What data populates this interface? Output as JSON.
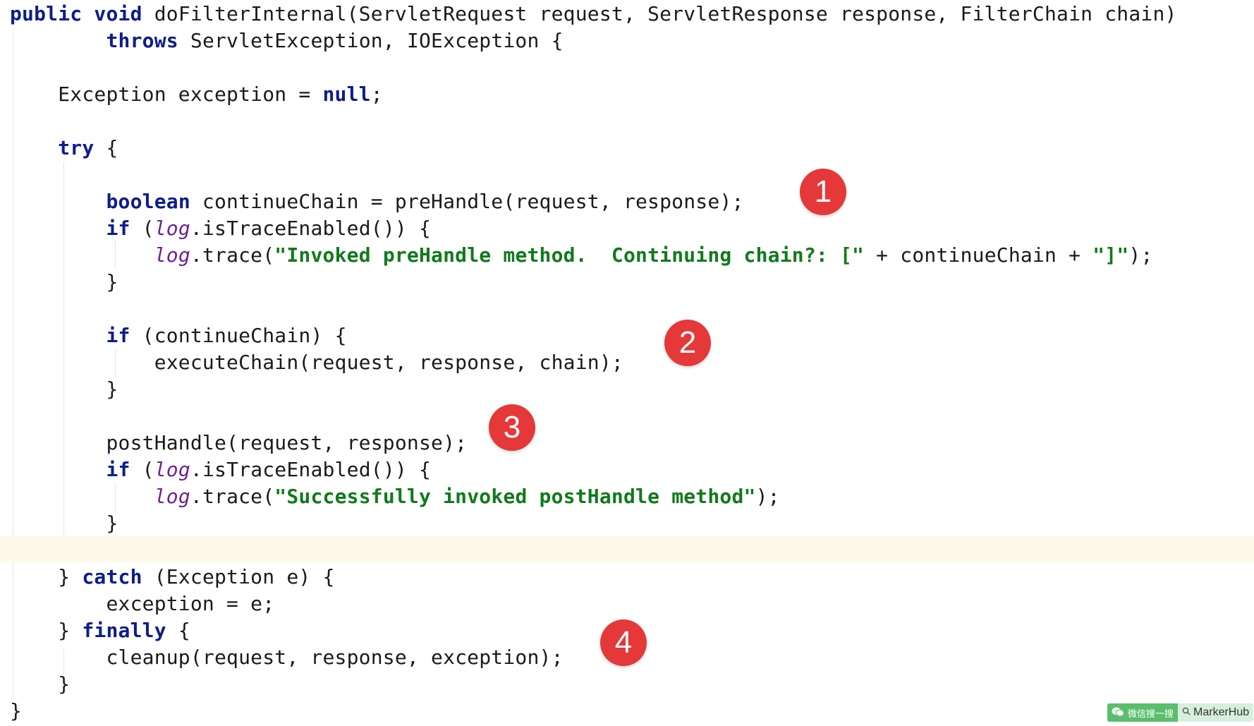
{
  "code": {
    "lines": [
      [
        {
          "t": "public void ",
          "c": "kw"
        },
        {
          "t": "doFilterInternal(ServletRequest request, ServletResponse response, FilterChain chain)"
        }
      ],
      [
        {
          "t": "        "
        },
        {
          "t": "throws",
          "c": "kw"
        },
        {
          "t": " ServletException, IOException {"
        }
      ],
      [
        {
          "t": ""
        }
      ],
      [
        {
          "t": "    Exception exception = "
        },
        {
          "t": "null",
          "c": "kw"
        },
        {
          "t": ";"
        }
      ],
      [
        {
          "t": ""
        }
      ],
      [
        {
          "t": "    "
        },
        {
          "t": "try",
          "c": "kw"
        },
        {
          "t": " {"
        }
      ],
      [
        {
          "t": ""
        }
      ],
      [
        {
          "t": "        "
        },
        {
          "t": "boolean",
          "c": "kw"
        },
        {
          "t": " continueChain = preHandle(request, response);"
        }
      ],
      [
        {
          "t": "        "
        },
        {
          "t": "if",
          "c": "kw"
        },
        {
          "t": " ("
        },
        {
          "t": "log",
          "c": "fld"
        },
        {
          "t": ".isTraceEnabled()) {"
        }
      ],
      [
        {
          "t": "            "
        },
        {
          "t": "log",
          "c": "fld"
        },
        {
          "t": ".trace("
        },
        {
          "t": "\"Invoked preHandle method.  Continuing chain?: [\"",
          "c": "str"
        },
        {
          "t": " + continueChain + "
        },
        {
          "t": "\"]\"",
          "c": "str"
        },
        {
          "t": ");"
        }
      ],
      [
        {
          "t": "        }"
        }
      ],
      [
        {
          "t": ""
        }
      ],
      [
        {
          "t": "        "
        },
        {
          "t": "if",
          "c": "kw"
        },
        {
          "t": " (continueChain) {"
        }
      ],
      [
        {
          "t": "            executeChain(request, response, chain);"
        }
      ],
      [
        {
          "t": "        }"
        }
      ],
      [
        {
          "t": ""
        }
      ],
      [
        {
          "t": "        postHandle(request, response);"
        }
      ],
      [
        {
          "t": "        "
        },
        {
          "t": "if",
          "c": "kw"
        },
        {
          "t": " ("
        },
        {
          "t": "log",
          "c": "fld"
        },
        {
          "t": ".isTraceEnabled()) {"
        }
      ],
      [
        {
          "t": "            "
        },
        {
          "t": "log",
          "c": "fld"
        },
        {
          "t": ".trace("
        },
        {
          "t": "\"Successfully invoked postHandle method\"",
          "c": "str"
        },
        {
          "t": ");"
        }
      ],
      [
        {
          "t": "        }"
        }
      ],
      [
        {
          "t": ""
        }
      ],
      [
        {
          "t": "    } "
        },
        {
          "t": "catch",
          "c": "kw"
        },
        {
          "t": " (Exception e) {"
        }
      ],
      [
        {
          "t": "        exception = e;"
        }
      ],
      [
        {
          "t": "    } "
        },
        {
          "t": "finally",
          "c": "kw"
        },
        {
          "t": " {"
        }
      ],
      [
        {
          "t": "        cleanup(request, response, exception);"
        }
      ],
      [
        {
          "t": "    }"
        }
      ],
      [
        {
          "t": "}"
        }
      ]
    ],
    "highlighted_line": 20
  },
  "badges": [
    "1",
    "2",
    "3",
    "4"
  ],
  "watermark": {
    "left_text": "微信搜一搜",
    "right_text": "MarkerHub",
    "wechat_icon": "wechat-icon",
    "search_icon": "search-icon"
  },
  "colors": {
    "keyword": "#0d1d8c",
    "string": "#117a1b",
    "field": "#6f1f94",
    "badge": "#e53838",
    "current_line": "#fdfaeb"
  }
}
